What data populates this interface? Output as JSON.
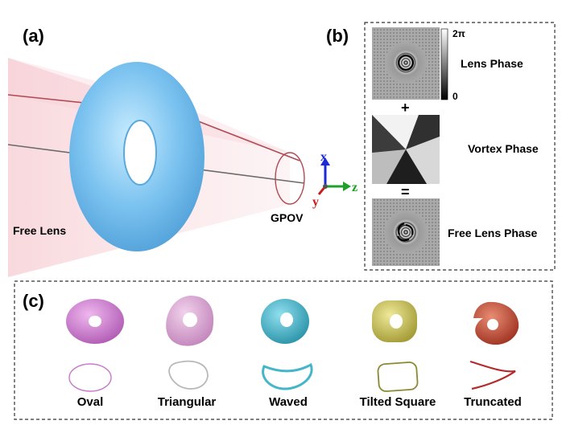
{
  "panels": {
    "a": {
      "label": "(a)",
      "free_lens": "Free Lens",
      "gpov": "GPOV",
      "axes": {
        "x": "x",
        "y": "y",
        "z": "z"
      }
    },
    "b": {
      "label": "(b)",
      "lens_phase": "Lens Phase",
      "vortex_phase": "Vortex Phase",
      "free_lens_phase": "Free Lens Phase",
      "plus": "+",
      "equals": "=",
      "colorbar_max": "2π",
      "colorbar_min": "0"
    },
    "c": {
      "label": "(c)",
      "shapes": [
        {
          "name": "Oval",
          "color": "#c879c9"
        },
        {
          "name": "Triangular",
          "color": "#d9a6d3"
        },
        {
          "name": "Waved",
          "color": "#43b6c9"
        },
        {
          "name": "Tilted Square",
          "color": "#c9c25a"
        },
        {
          "name": "Truncated",
          "color": "#c34a33"
        }
      ]
    }
  },
  "colors": {
    "lens_blue": "#7cc3f0",
    "beam_pink": "#f6c9cf",
    "axis_x": "#1b2bd6",
    "axis_y": "#c91b1b",
    "axis_z": "#1ea02a"
  }
}
